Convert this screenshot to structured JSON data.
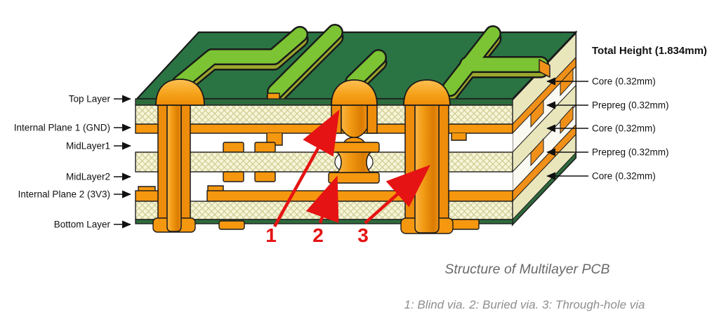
{
  "figure": {
    "left_labels": [
      "Top Layer",
      "Internal Plane 1 (GND)",
      "MidLayer1",
      "MidLayer2",
      "Internal Plane 2 (3V3)",
      "Bottom Layer"
    ],
    "right": {
      "title": "Total Height (1.834mm)",
      "labels": [
        "Core (0.32mm)",
        "Prepreg (0.32mm)",
        "Core (0.32mm)",
        "Prepreg (0.32mm)",
        "Core (0.32mm)"
      ]
    },
    "markers": [
      "1",
      "2",
      "3"
    ],
    "captions": {
      "title": "Structure of Multilayer PCB",
      "legend": "1: Blind via. 2: Buried via. 3: Through-hole via"
    },
    "colors": {
      "board_green": "#2a7444",
      "edge_green": "#2e6b3c",
      "trace_green": "#7cc433",
      "trace_olive": "#9aa62c",
      "copper_orange": "#f5970f",
      "core_cream": "#f6f3d5",
      "prepreg_white": "#ffffff",
      "annotation_red": "#e51313",
      "caption_gray": "#6a6a6a"
    }
  }
}
